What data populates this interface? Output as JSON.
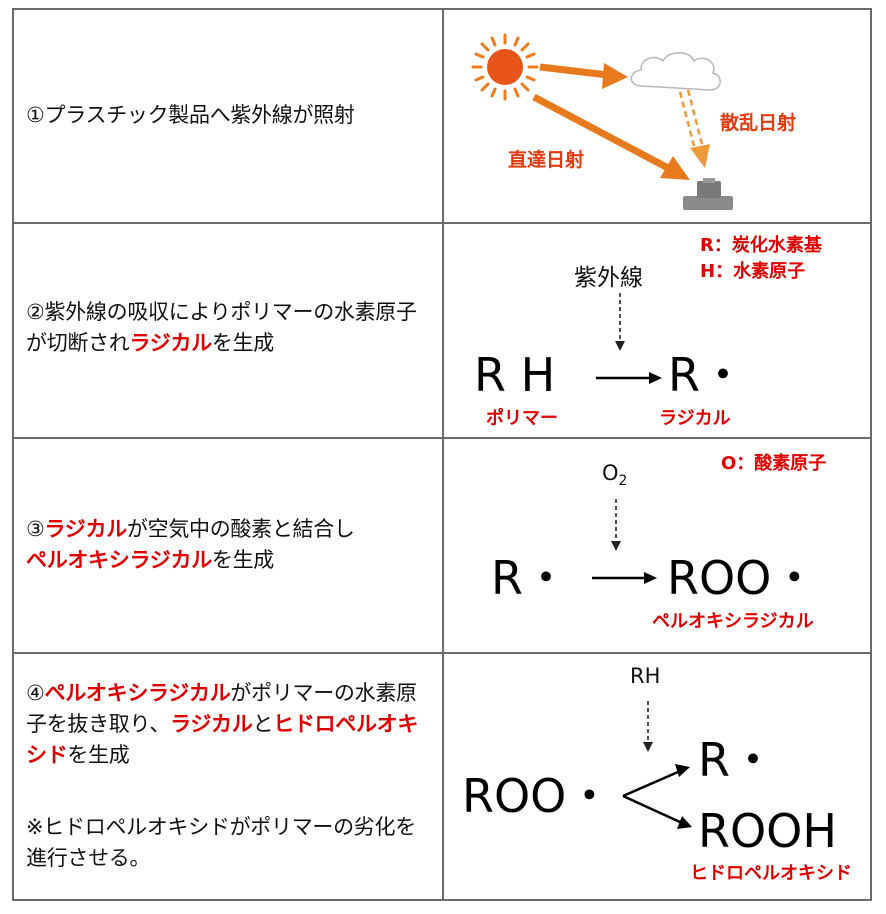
{
  "rows": [
    {
      "step": "①プラスチック製品へ紫外線が照射",
      "labels": {
        "scattered": "散乱日射",
        "direct": "直達日射"
      }
    },
    {
      "step_parts": [
        "②紫外線の吸収によりポリマーの水素原子が切断され",
        "ラジカル",
        "を生成"
      ],
      "legend": [
        "R：炭化水素基",
        "H：水素原子"
      ],
      "uv": "紫外線",
      "reactant": "R H",
      "product": "R・",
      "reactant_label": "ポリマー",
      "product_label": "ラジカル"
    },
    {
      "step_parts": [
        "③",
        "ラジカル",
        "が空気中の酸素と結合し",
        "ペルオキシラジカル",
        "を生成"
      ],
      "legend": "O：酸素原子",
      "reagent": "O",
      "reagent_sub": "2",
      "reactant": "R・",
      "product": "ROO・",
      "product_label": "ペルオキシラジカル"
    },
    {
      "step_parts": [
        "④",
        "ペルオキシラジカル",
        "がポリマーの水素原子を抜き取り、",
        "ラジカル",
        "と",
        "ヒドロペルオキシド",
        "を生成"
      ],
      "note": "※ヒドロペルオキシドがポリマーの劣化を進行させる。",
      "reagent": "RH",
      "reactant": "ROO・",
      "product1": "R・",
      "product2": "ROOH",
      "product2_label": "ヒドロペルオキシド"
    }
  ],
  "colors": {
    "red": "#e00000",
    "orange": "#e87a1e",
    "border": "#6b6b6b"
  }
}
